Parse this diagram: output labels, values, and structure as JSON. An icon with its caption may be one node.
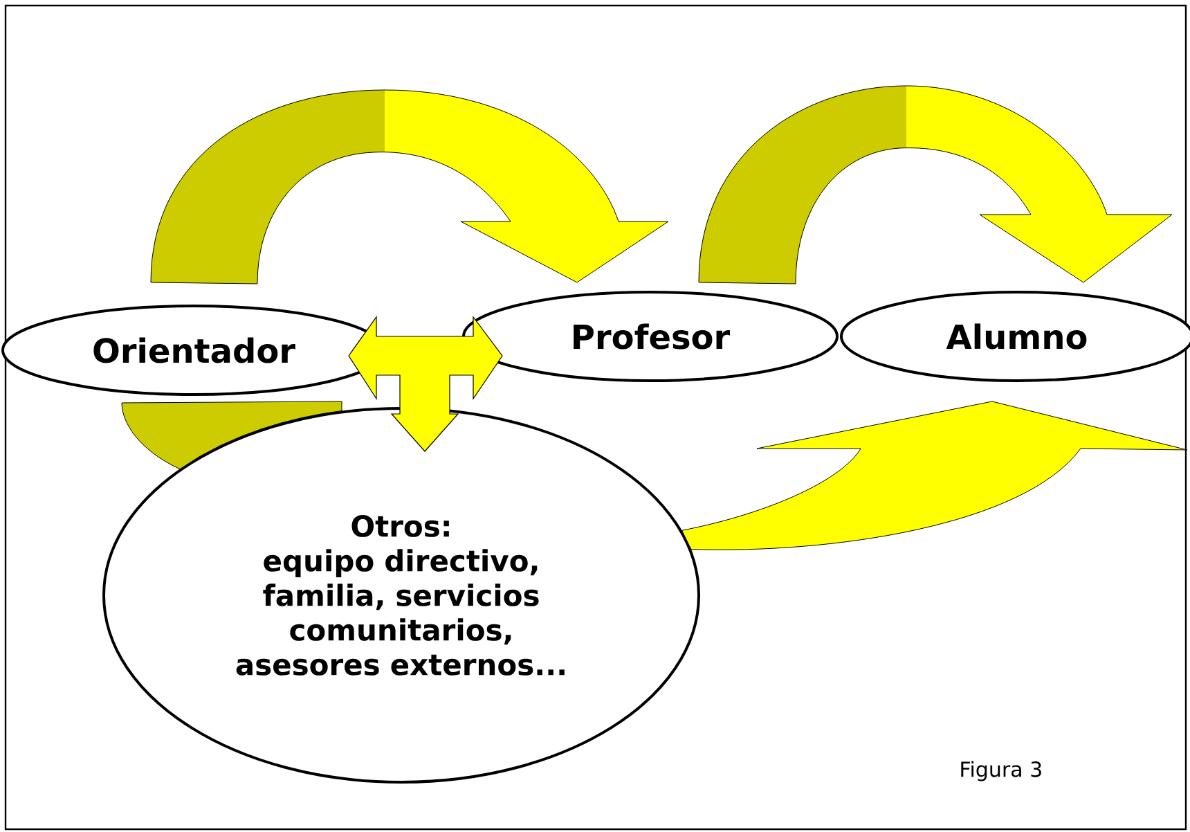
{
  "diagram": {
    "nodes": [
      {
        "text": [
          "Orientador"
        ]
      },
      {
        "text": [
          "Profesor"
        ]
      },
      {
        "text": [
          "Alumno"
        ]
      },
      {
        "text": [
          "Otros:",
          "equipo directivo, familia, servicios comunitarios, asesores externos..."
        ]
      }
    ],
    "edges": [
      {
        "from": 0,
        "to": 1,
        "arrow": "to"
      },
      {
        "from": 1,
        "to": 2,
        "arrow": "to"
      },
      {
        "from": 0,
        "to": 1,
        "arrow": "both"
      },
      {
        "from": 0,
        "to": 3,
        "arrow": "to"
      },
      {
        "from": 0,
        "to": 3,
        "arrow": "none"
      },
      {
        "from": 3,
        "to": 2,
        "arrow": "to"
      }
    ],
    "labels": [
      "Figura 3"
    ]
  }
}
